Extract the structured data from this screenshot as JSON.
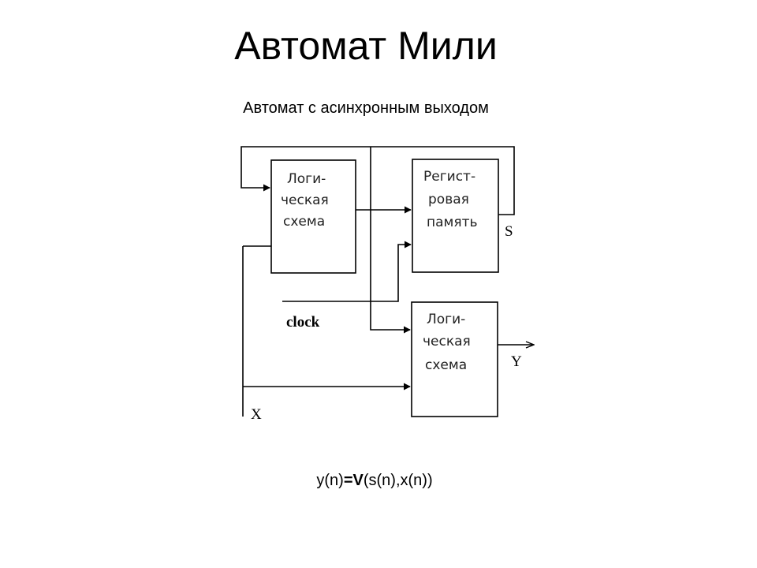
{
  "title": "Автомат Мили",
  "subtitle": "Автомат с асинхронным выходом",
  "diagram": {
    "blocks": {
      "logic_input": {
        "lines": [
          "Логи-",
          "ческая",
          "схема"
        ]
      },
      "register": {
        "lines": [
          "Регист-",
          "ровая",
          "память"
        ]
      },
      "logic_output": {
        "lines": [
          "Логи-",
          "ческая",
          "схема"
        ]
      }
    },
    "signals": {
      "state": "S",
      "clock": "clock",
      "output": "Y",
      "input": "X"
    }
  },
  "formula": {
    "prefix": "y(n)",
    "operator": "=V",
    "suffix": "(s(n),x(n))"
  },
  "colors": {
    "line": "#000000",
    "block_text": "#222222",
    "background": "#ffffff"
  }
}
